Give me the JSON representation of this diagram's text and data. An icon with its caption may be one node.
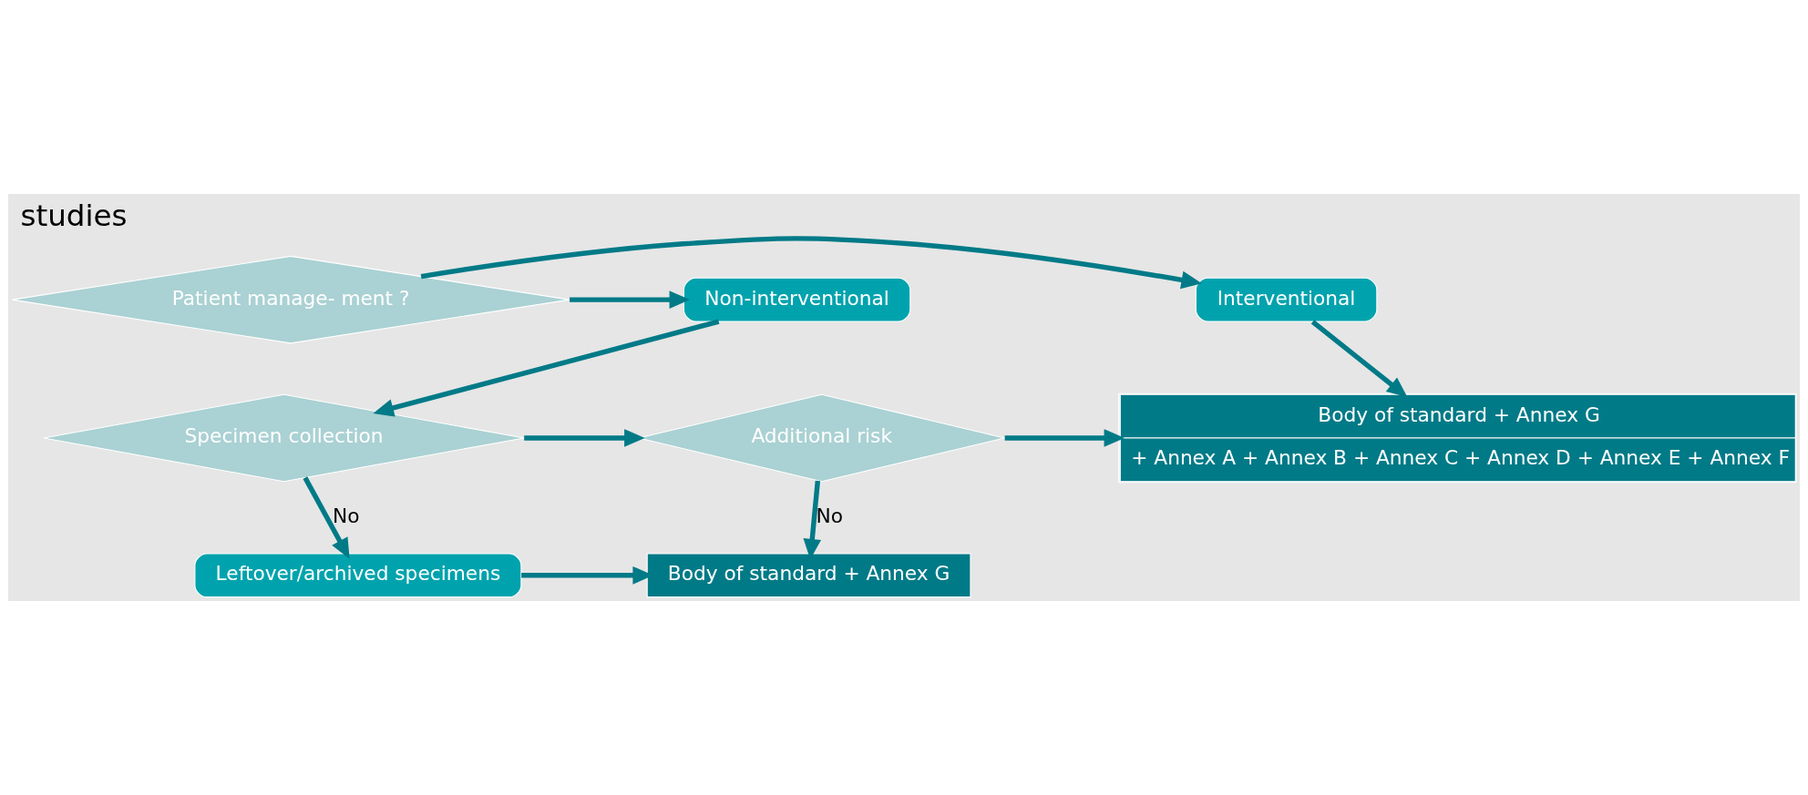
{
  "diagram": {
    "title": "studies",
    "nodes": [
      {
        "text": [
          "Non-interventional"
        ]
      },
      {
        "text": [
          "Patient manage- ment ?"
        ]
      },
      {
        "text": [
          "Interventional"
        ]
      },
      {
        "text": [
          "Specimen collection"
        ]
      },
      {
        "text": [
          "Additional risk"
        ]
      },
      {
        "text": [
          "Body of standard + Annex G",
          "+ Annex A + Annex B + Annex C + Annex D + Annex E + Annex F"
        ]
      },
      {
        "text": [
          "Leftover/archived specimens"
        ]
      },
      {
        "text": [
          "Body of standard + Annex G"
        ]
      }
    ],
    "edges": [
      {
        "from": 1,
        "to": 0,
        "arrow": "to"
      },
      {
        "from": 1,
        "to": 2,
        "arrow": "to"
      },
      {
        "from": 0,
        "to": 3,
        "arrow": "to"
      },
      {
        "from": 2,
        "to": 5,
        "arrow": "to"
      },
      {
        "from": 3,
        "to": 4,
        "arrow": "to"
      },
      {
        "from": 4,
        "to": 5,
        "arrow": "to"
      },
      {
        "from": 3,
        "to": 6,
        "label": "No",
        "arrow": "to"
      },
      {
        "from": 4,
        "to": 7,
        "label": "No",
        "arrow": "to"
      },
      {
        "from": 6,
        "to": 7,
        "arrow": "to"
      }
    ]
  }
}
